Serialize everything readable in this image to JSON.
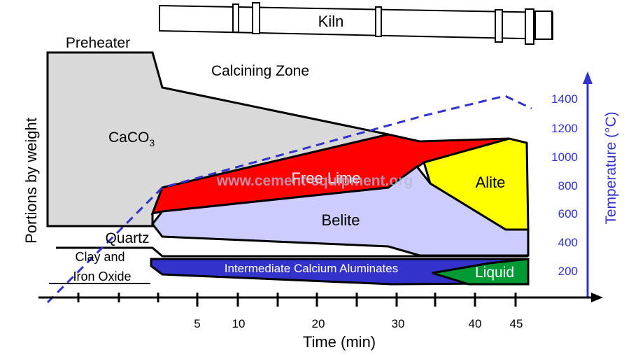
{
  "kiln": {
    "label": "Kiln"
  },
  "zones": {
    "preheater": "Preheater",
    "calcining": "Calcining Zone"
  },
  "phases": {
    "caco3_main": "CaCO",
    "caco3_sub": "3",
    "free_lime": "Free Lime",
    "alite": "Alite",
    "belite": "Belite",
    "quartz": "Quartz",
    "clay_line1": "Clay and",
    "clay_line2": "Iron Oxide",
    "aluminates": "Intermediate Calcium Aluminates",
    "liquid": "Liquid"
  },
  "axes": {
    "y_left_label": "Portions by weight",
    "x_label": "Time (min)",
    "x_ticks": [
      "5",
      "10",
      "20",
      "30",
      "40",
      "45"
    ],
    "y_right_label": "Temperature (°C)",
    "y_right_ticks": [
      "1400",
      "1200",
      "1000",
      "800",
      "600",
      "400",
      "200"
    ]
  },
  "watermark": "www.cement-equipment.org",
  "colors": {
    "caco3": "#d9d9d9",
    "free_lime": "#ff0000",
    "belite": "#ccccff",
    "alite": "#ffff00",
    "aluminates": "#3333cc",
    "liquid": "#009933",
    "temperature": "#3333cc"
  }
}
